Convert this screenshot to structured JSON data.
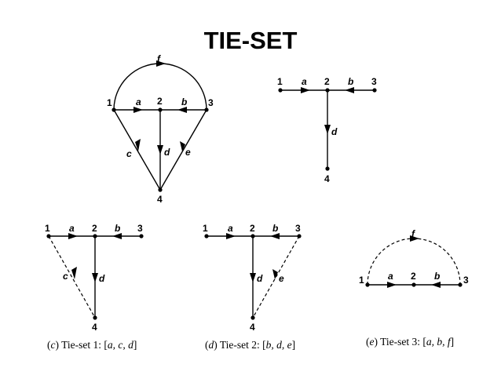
{
  "title": "TIE-SET",
  "graph": {
    "nodes": [
      "1",
      "2",
      "3",
      "4"
    ],
    "branches": [
      "a",
      "b",
      "c",
      "d",
      "e",
      "f"
    ]
  },
  "tree": {
    "nodes": [
      "1",
      "2",
      "3",
      "4"
    ],
    "branches": [
      "a",
      "b",
      "d"
    ]
  },
  "tie_sets": [
    {
      "prefix": "(",
      "letter": "c",
      "suffix": ") Tie-set 1: [",
      "set": "a, c, d",
      "close": "]"
    },
    {
      "prefix": "(",
      "letter": "d",
      "suffix": ") Tie-set 2: [",
      "set": "b, d, e",
      "close": "]"
    },
    {
      "prefix": "(",
      "letter": "e",
      "suffix": ") Tie-set 3: [",
      "set": "a, b, f",
      "close": "]"
    }
  ]
}
